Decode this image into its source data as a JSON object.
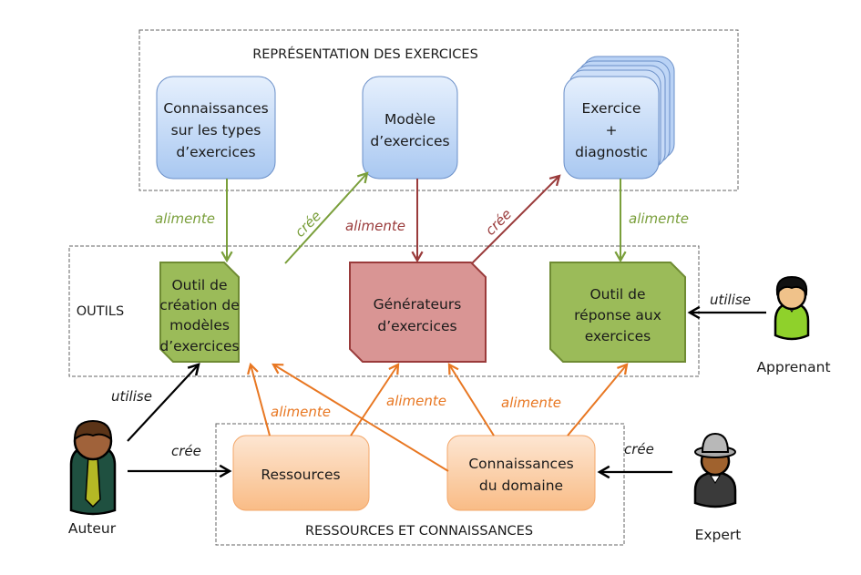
{
  "colors": {
    "green_arrow": "#7a9f3b",
    "red_arrow": "#9a3b3b",
    "orange_arrow": "#e87722",
    "black_arrow": "#000000",
    "blue_box_fill": "#cfe1fa",
    "blue_box_stroke": "#6a8fc8",
    "green_box_fill": "#9bbb59",
    "green_box_stroke": "#6f8b33",
    "red_box_fill": "#d99594",
    "red_box_stroke": "#9a3b3b",
    "orange_box_fill": "#fcd5b4",
    "orange_box_stroke": "#f3a76a",
    "dashed_border": "#666666"
  },
  "sections": {
    "representation": "REPRÉSENTATION DES EXERCICES",
    "outils": "OUTILS",
    "ressources": "RESSOURCES ET CONNAISSANCES"
  },
  "boxes": {
    "connaissances_types": [
      "Connaissances",
      "sur les types",
      "d’exercices"
    ],
    "modele": [
      "Modèle",
      "d’exercices"
    ],
    "exercice": [
      "Exercice",
      "+",
      "diagnostic"
    ],
    "outil_creation": [
      "Outil de",
      "création de",
      "modèles",
      "d’exercices"
    ],
    "generateurs": [
      "Générateurs",
      "d’exercices"
    ],
    "outil_reponse": [
      "Outil de",
      "réponse aux",
      "exercices"
    ],
    "ressources": [
      "Ressources"
    ],
    "connaissances_domaine": [
      "Connaissances",
      "du domaine"
    ]
  },
  "actors": {
    "auteur": "Auteur",
    "apprenant": "Apprenant",
    "expert": "Expert"
  },
  "edge_labels": {
    "alimente": "alimente",
    "cree": "crée",
    "utilise": "utilise"
  }
}
